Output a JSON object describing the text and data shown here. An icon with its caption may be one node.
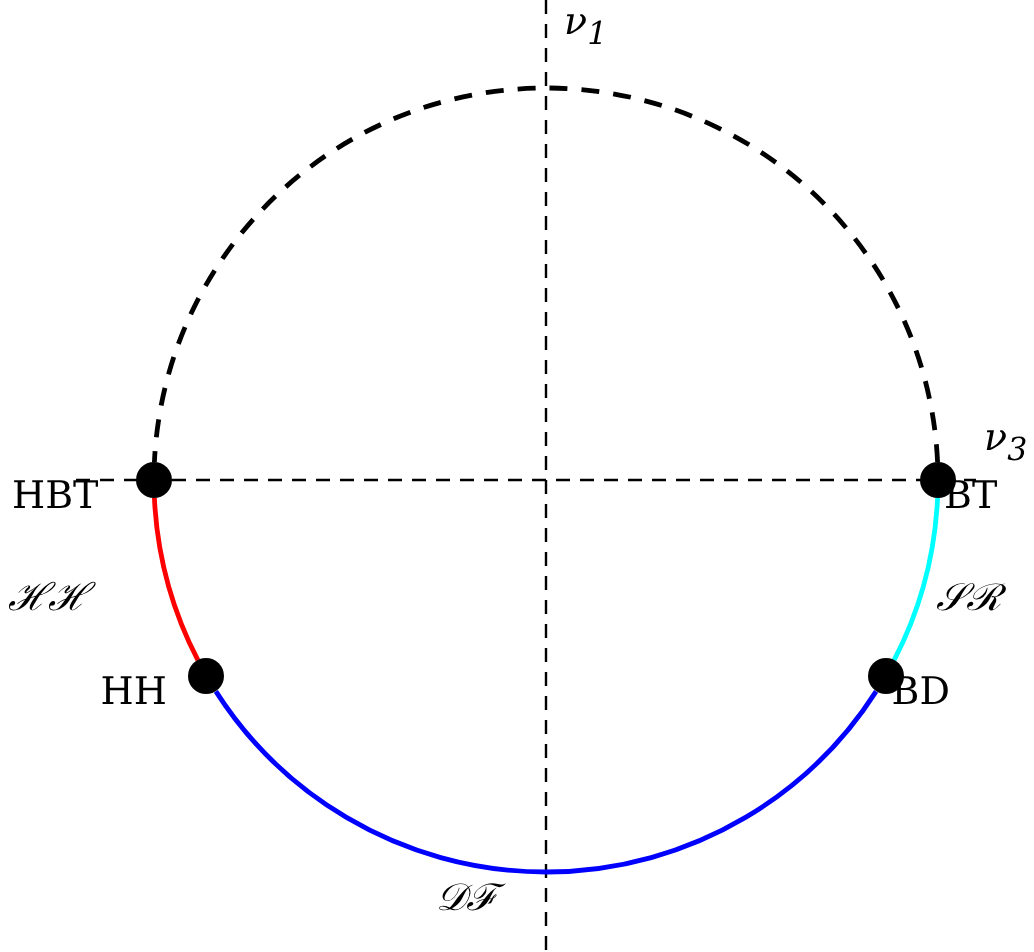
{
  "diagram": {
    "nodes": [
      {
        "text": [],
        "shape": "circle",
        "beside": [
          "HBT"
        ]
      },
      {
        "text": [],
        "shape": "circle",
        "beside": [
          "HH"
        ]
      },
      {
        "text": [],
        "shape": "circle",
        "beside": [
          "BD"
        ]
      },
      {
        "text": [],
        "shape": "circle",
        "beside": [
          "BT"
        ]
      }
    ],
    "edges": [
      {
        "from": 0,
        "to": 1,
        "arrow": "none",
        "label": "ℋℋ",
        "color": "#ff0000"
      },
      {
        "from": 1,
        "to": 2,
        "arrow": "none",
        "label": "𝒟ℱ",
        "color": "#0000ff"
      },
      {
        "from": 2,
        "to": 3,
        "arrow": "none",
        "label": "𝒮ℛ",
        "color": "#00ffff"
      },
      {
        "from": 3,
        "to": 0,
        "arrow": "none",
        "style": "dashed",
        "color": "#000000"
      }
    ],
    "labels": [
      "ν$_{1}$",
      "ν$_{3}$"
    ]
  }
}
